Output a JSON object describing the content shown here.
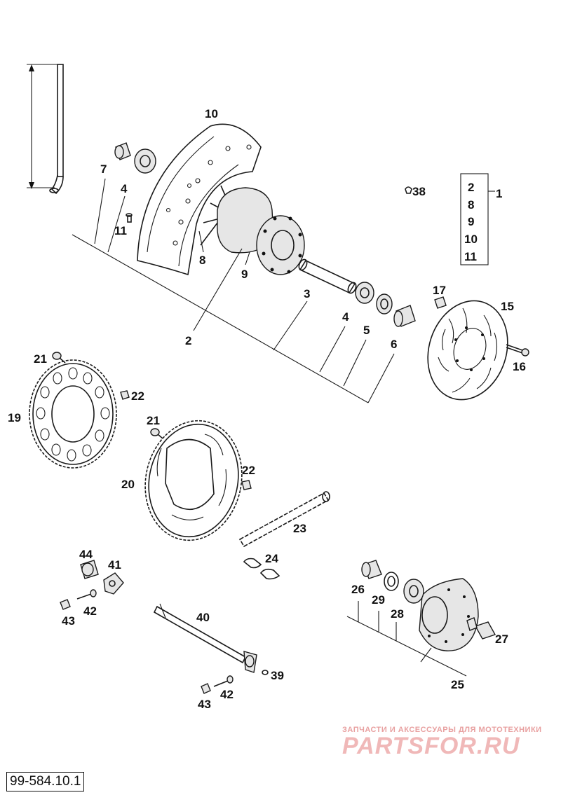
{
  "labels": {
    "p1": "1",
    "p2a": "2",
    "p2b": "2",
    "p3": "3",
    "p4a": "4",
    "p4b": "4",
    "p5": "5",
    "p6": "6",
    "p7": "7",
    "p8a": "8",
    "p8b": "8",
    "p9a": "9",
    "p9b": "9",
    "p10a": "10",
    "p10b": "10",
    "p11a": "11",
    "p11b": "11",
    "p15": "15",
    "p16": "16",
    "p17": "17",
    "p19": "19",
    "p20": "20",
    "p21a": "21",
    "p21b": "21",
    "p22a": "22",
    "p22b": "22",
    "p23": "23",
    "p24": "24",
    "p25": "25",
    "p26": "26",
    "p27": "27",
    "p28": "28",
    "p29": "29",
    "p38": "38",
    "p39": "39",
    "p40": "40",
    "p41": "41",
    "p42a": "42",
    "p42b": "42",
    "p43a": "43",
    "p43b": "43",
    "p44": "44"
  },
  "drawing_code": "99-584.10.1",
  "watermark": {
    "tagline": "ЗАПЧАСТИ И АКСЕССУАРЫ ДЛЯ МОТОТЕХНИКИ",
    "brand": "PARTSFOR.RU"
  }
}
